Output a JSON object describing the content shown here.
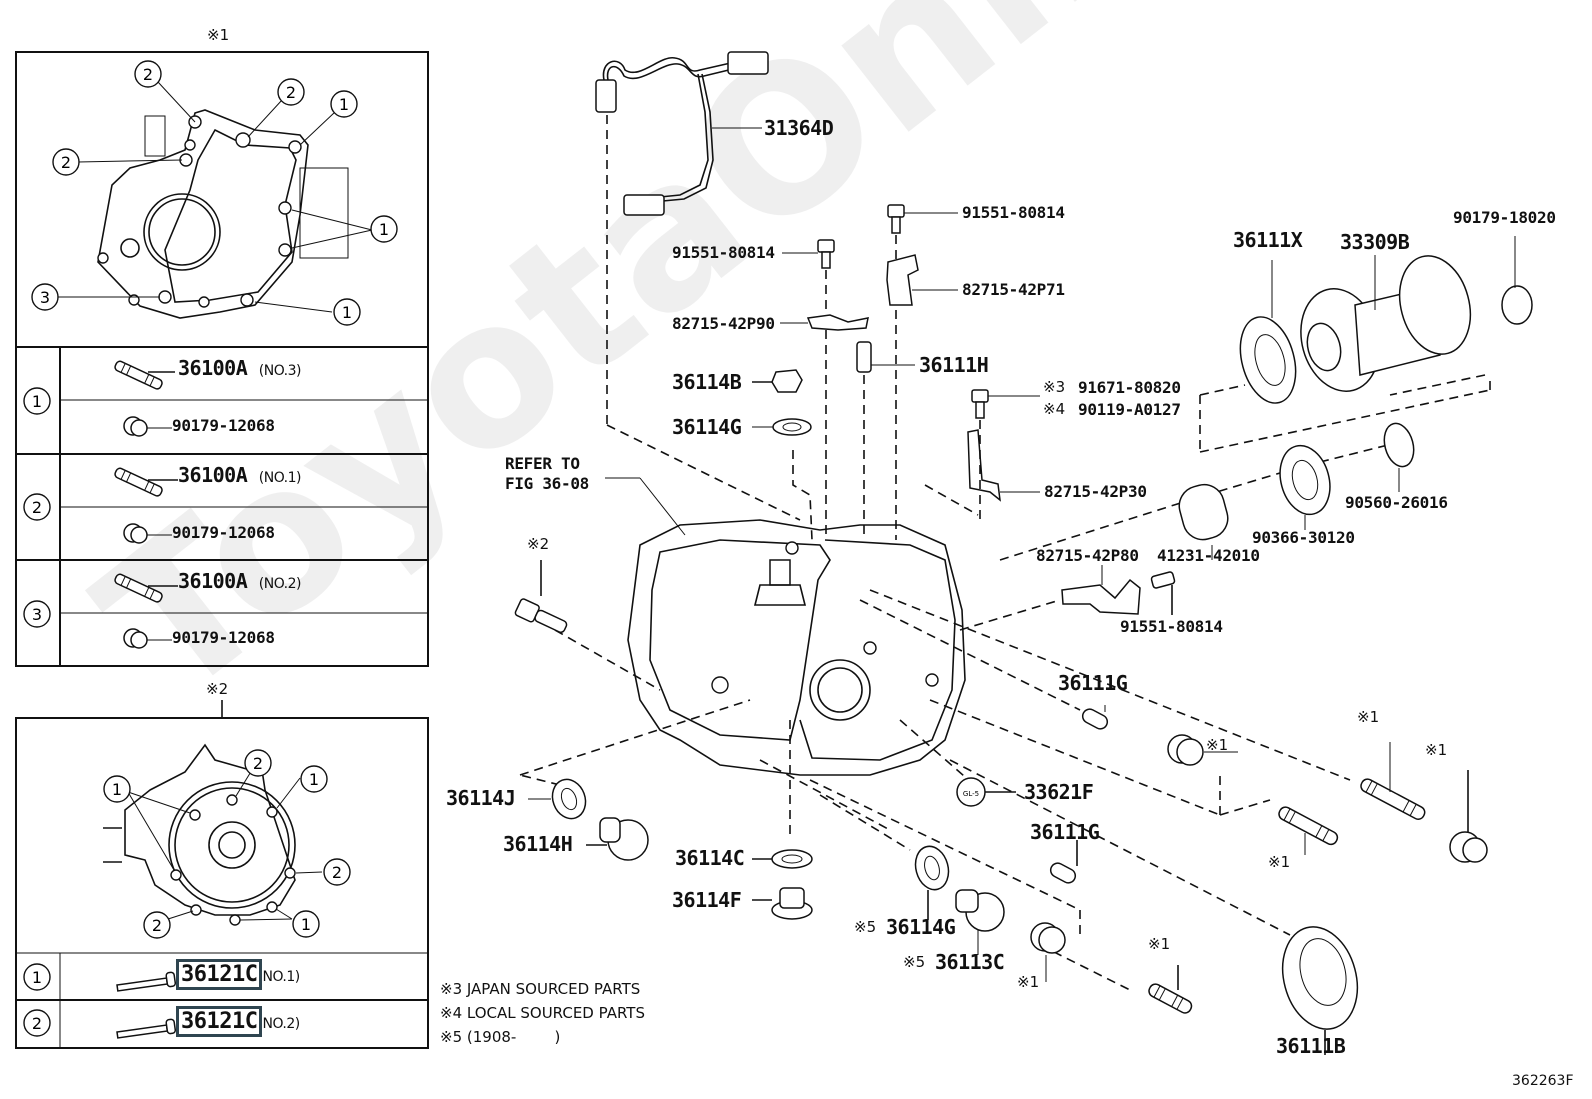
{
  "watermark": "ToyotaOnline.ru",
  "figure_code": "362263F",
  "inset1": {
    "marker": "※1",
    "table": [
      {
        "key": "1",
        "stud": "36100A",
        "stud_qual": "(NO.3)",
        "nut": "90179-12068"
      },
      {
        "key": "2",
        "stud": "36100A",
        "stud_qual": "(NO.1)",
        "nut": "90179-12068"
      },
      {
        "key": "3",
        "stud": "36100A",
        "stud_qual": "(NO.2)",
        "nut": "90179-12068"
      }
    ],
    "callouts": [
      "2",
      "2",
      "1",
      "2",
      "1",
      "3",
      "1"
    ]
  },
  "inset2": {
    "marker": "※2",
    "table": [
      {
        "key": "1",
        "bolt": "36121C",
        "bolt_qual": "NO.1)"
      },
      {
        "key": "2",
        "bolt": "36121C",
        "bolt_qual": "NO.2)"
      }
    ],
    "callouts": [
      "1",
      "2",
      "1",
      "2",
      "2",
      "1"
    ]
  },
  "notes": {
    "n3": "※3 JAPAN SOURCED PARTS",
    "n4": "※4 LOCAL SOURCED PARTS",
    "n5": "※5 (1908-        )"
  },
  "refer": {
    "line1": "REFER TO",
    "line2": "FIG 36-08"
  },
  "parts": {
    "harness": "31364D",
    "bolt_top_right": "91551-80814",
    "bolt_top_left": "91551-80814",
    "bracket_p71": "82715-42P71",
    "bracket_p90": "82715-42P90",
    "sensor": "36111H",
    "plug_b": "36114B",
    "gasket_g_top": "36114G",
    "bolt_japan_prefix": "※3",
    "bolt_japan": "91671-80820",
    "bolt_local_prefix": "※4",
    "bolt_local": "90119-A0127",
    "bracket_p30": "82715-42P30",
    "seal_x": "36111X",
    "shaft": "33309B",
    "plug_18020": "90179-18020",
    "bearing_30120": "90366-30120",
    "ring_26016": "90560-26016",
    "bracket_p80": "82715-42P80",
    "sleeve": "41231-42010",
    "bolt_mid": "91551-80814",
    "marker_2": "※2",
    "pin_g_top": "36111G",
    "marker_1a": "※1",
    "marker_1b": "※1",
    "marker_1c": "※1",
    "marker_1d": "※1",
    "marker_1e": "※1",
    "marker_1f": "※1",
    "gasket_j": "36114J",
    "plug_h": "36114H",
    "gasket_c": "36114C",
    "plug_f": "36114F",
    "label_f": "33621F",
    "label_f_text": "GL-5",
    "pin_g_bottom": "36111G",
    "gasket_g_bottom_prefix": "※5",
    "gasket_g_bottom": "36114G",
    "plug_c_prefix": "※5",
    "plug_c": "36113C",
    "seal_b": "36111B"
  }
}
